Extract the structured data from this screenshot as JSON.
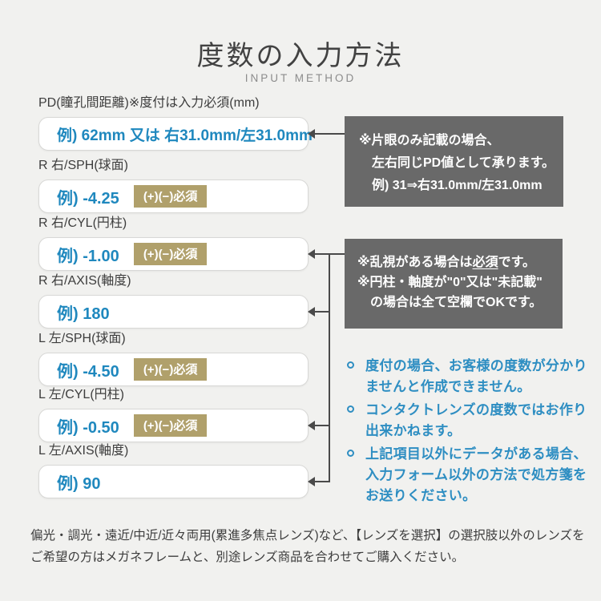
{
  "header": {
    "title": "度数の入力方法",
    "subtitle": "INPUT METHOD"
  },
  "fields": {
    "pd": {
      "label": "PD(瞳孔間距離)※度付は入力必須(mm)",
      "example": "例) 62mm 又は 右31.0mm/左31.0mm"
    },
    "r_sph": {
      "label": "R 右/SPH(球面)",
      "example": "例) -4.25"
    },
    "r_cyl": {
      "label": "R 右/CYL(円柱)",
      "example": "例) -1.00"
    },
    "r_axis": {
      "label": "R 右/AXIS(軸度)",
      "example": "例) 180"
    },
    "l_sph": {
      "label": "L 左/SPH(球面)",
      "example": "例) -4.50"
    },
    "l_cyl": {
      "label": "L 左/CYL(円柱)",
      "example": "例) -0.50"
    },
    "l_axis": {
      "label": "L 左/AXIS(軸度)",
      "example": "例) 90"
    }
  },
  "badge": {
    "label": "(+)(−)必須"
  },
  "pd_note": {
    "line1": "※片眼のみ記載の場合、",
    "line2": "左右同じPD値として承ります。",
    "line3": "例) 31⇒右31.0mm/左31.0mm"
  },
  "cyl_note": {
    "line1_pre": "※乱視がある場合は",
    "line1_em": "必須",
    "line1_post": "です。",
    "line2": "※円柱・軸度が\"0\"又は\"未記載\"",
    "line3": "の場合は全て空欄でOKです。"
  },
  "notes_list": {
    "item1": "度付の場合、お客様の度数が分かりませんと作成できません。",
    "item2": "コンタクトレンズの度数ではお作り出来かねます。",
    "item3": "上記項目以外にデータがある場合、入力フォーム以外の方法で処方箋をお送りください。"
  },
  "footer": {
    "text": "偏光・調光・遠近/中近/近々両用(累進多焦点レンズ)など、【レンズを選択】の選択肢以外のレンズをご希望の方はメガネフレームと、別途レンズ商品を合わせてご購入ください。"
  },
  "colors": {
    "accent_blue": "#1f88be",
    "bullet_blue": "#2e8ec2",
    "badge_tan": "#b0a06b",
    "note_gray": "#696969",
    "arrow_gray": "#4a4a4a",
    "background": "#f1f1ef"
  }
}
